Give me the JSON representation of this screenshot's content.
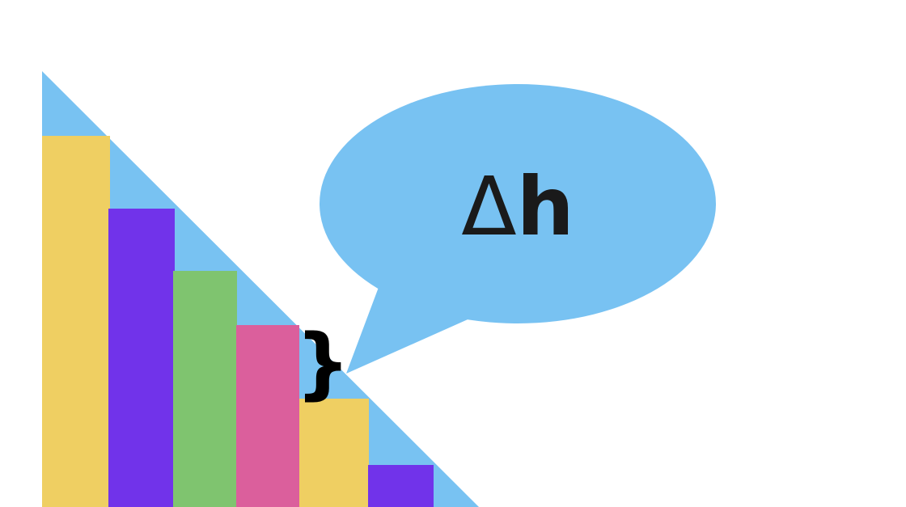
{
  "colors": {
    "background": "#ffffff",
    "triangle": "#78c2f2",
    "bubble": "#78c2f2",
    "bar_yellow": "#efcf62",
    "bar_purple": "#7133ea",
    "bar_green": "#7fc46f",
    "bar_pink": "#db5f9c",
    "text": "#1a1a1a"
  },
  "bars": [
    {
      "color": "bar_yellow"
    },
    {
      "color": "bar_purple"
    },
    {
      "color": "bar_green"
    },
    {
      "color": "bar_pink"
    },
    {
      "color": "bar_yellow"
    },
    {
      "color": "bar_purple"
    }
  ],
  "callout": {
    "delta_symbol": "Δ",
    "variable": "h"
  },
  "brace": {
    "glyph": "}"
  }
}
